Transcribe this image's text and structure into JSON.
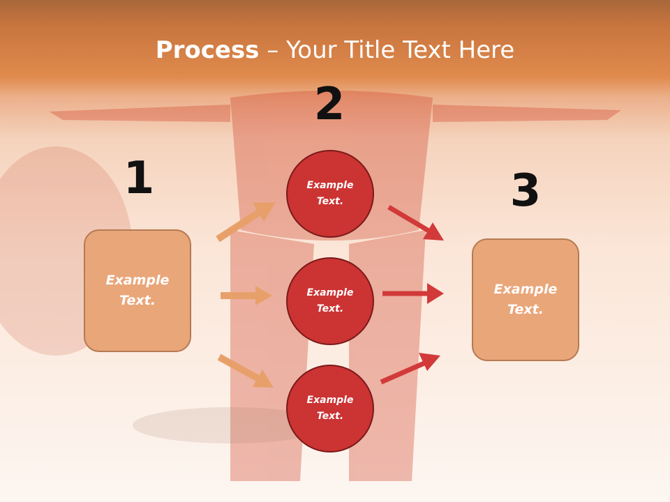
{
  "title": {
    "bold": "Process",
    "rest": " – Your Title Text Here"
  },
  "steps": [
    {
      "number": "1",
      "box_label": "Example Text."
    },
    {
      "number": "2",
      "circles": [
        "Example Text.",
        "Example Text.",
        "Example Text."
      ]
    },
    {
      "number": "3",
      "box_label": "Example Text."
    }
  ],
  "colors": {
    "header": "#e08a4d",
    "box_fill": "#e9a679",
    "circle_fill": "#cc3333",
    "arrow_left": "#e8a06a",
    "arrow_right": "#d23a3a"
  }
}
